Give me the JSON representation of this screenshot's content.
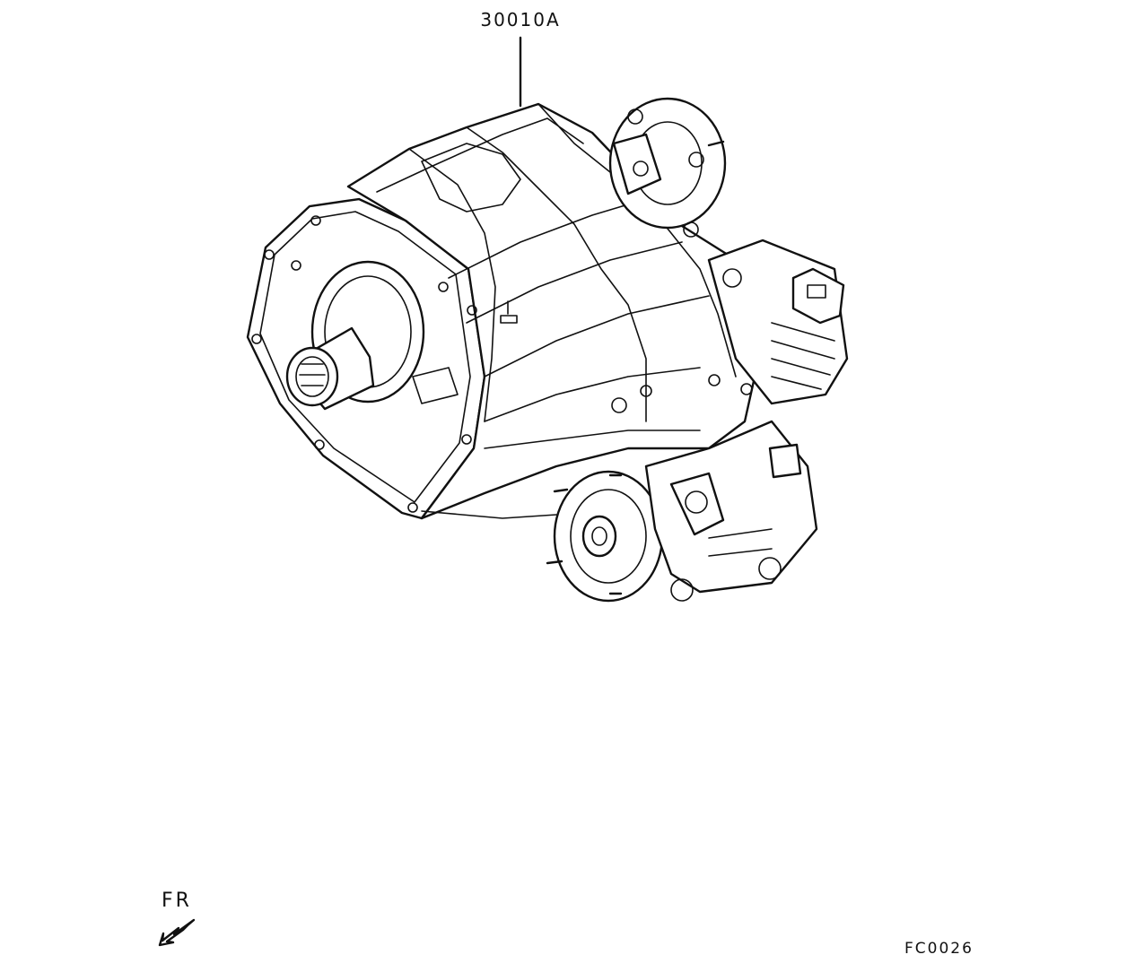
{
  "diagram": {
    "part_callout": "30010A",
    "direction_label": "FR",
    "figure_code": "FC0026",
    "line_color": "#111111",
    "background_color": "#ffffff"
  }
}
